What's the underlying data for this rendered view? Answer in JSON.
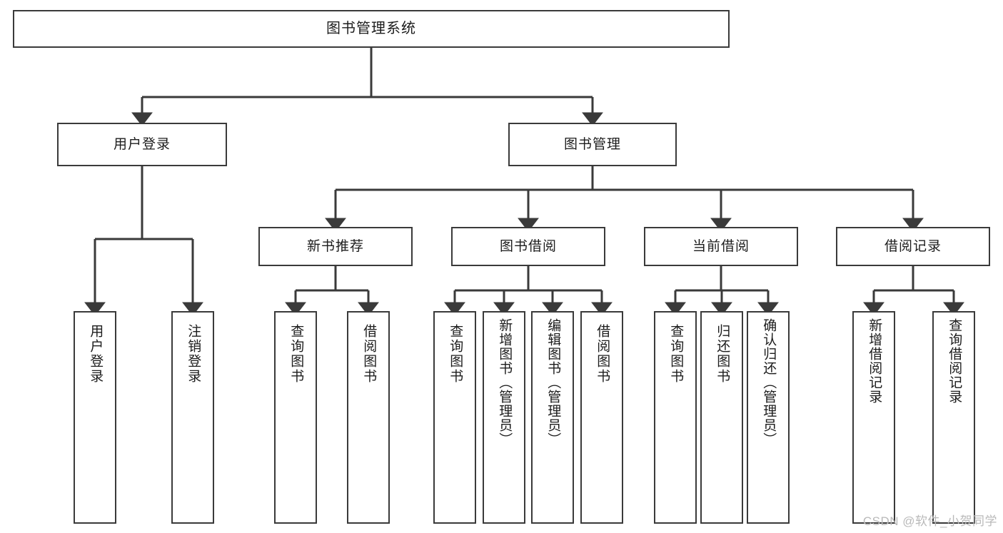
{
  "diagram": {
    "type": "tree",
    "title": "图书管理系统",
    "orientation": "top-down",
    "stroke_color": "#3a3a3a",
    "background_color": "#ffffff",
    "nodes": {
      "root": {
        "label": "图书管理系统"
      },
      "level1": [
        {
          "label": "用户登录"
        },
        {
          "label": "图书管理"
        }
      ],
      "level2": [
        {
          "label": "新书推荐"
        },
        {
          "label": "图书借阅"
        },
        {
          "label": "当前借阅"
        },
        {
          "label": "借阅记录"
        }
      ],
      "leaves": {
        "user_login": [
          {
            "label": "用户登录"
          },
          {
            "label": "注销登录"
          }
        ],
        "new_book_recommend": [
          {
            "label": "查询图书"
          },
          {
            "label": "借阅图书"
          }
        ],
        "book_borrow": [
          {
            "label": "查询图书"
          },
          {
            "label": "新增图书（管理员）"
          },
          {
            "label": "编辑图书（管理员）"
          },
          {
            "label": "借阅图书"
          }
        ],
        "current_borrow": [
          {
            "label": "查询图书"
          },
          {
            "label": "归还图书"
          },
          {
            "label": "确认归还（管理员）"
          }
        ],
        "borrow_record": [
          {
            "label": "新增借阅记录"
          },
          {
            "label": "查询借阅记录"
          }
        ]
      }
    }
  },
  "watermark": {
    "text": "CSDN @软件_小贺同学"
  }
}
